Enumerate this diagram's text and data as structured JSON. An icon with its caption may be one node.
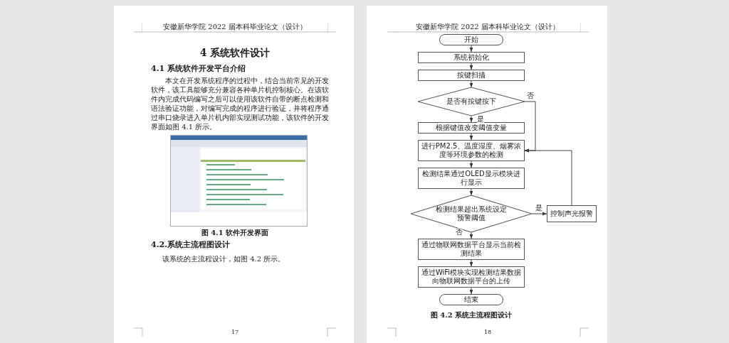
{
  "diagram": {
    "title": "4 系统软件设计",
    "caption": "图 4.2  系统主流程图设计",
    "nodes": [
      {
        "text": [
          "开始"
        ]
      },
      {
        "text": [
          "系统初始化"
        ]
      },
      {
        "text": [
          "按键扫描"
        ]
      },
      {
        "text": [
          "是否有按键按下"
        ]
      },
      {
        "text": [
          "根据键值改变阈值变量"
        ]
      },
      {
        "text": [
          "进行PM2.5、温度湿度、烟雾浓度等环境参数的检测"
        ]
      },
      {
        "text": [
          "检测结果通过OLED显示模块进行显示"
        ]
      },
      {
        "text": [
          "检测结果超出系统设定预警阈值"
        ]
      },
      {
        "text": [
          "控制声光报警"
        ]
      },
      {
        "text": [
          "通过物联网数据平台显示当前检测结果"
        ]
      },
      {
        "text": [
          "通过WiFi模块实现检测结果数据向物联网数据平台的上传"
        ]
      },
      {
        "text": [
          "结束"
        ]
      }
    ],
    "edges": [
      {
        "from": 0,
        "to": 1,
        "arrow": "to"
      },
      {
        "from": 1,
        "to": 2,
        "arrow": "to"
      },
      {
        "from": 2,
        "to": 3,
        "arrow": "to"
      },
      {
        "from": 3,
        "to": 4,
        "arrow": "to",
        "label": "是"
      },
      {
        "from": 3,
        "to": 5,
        "arrow": "to",
        "label": "否"
      },
      {
        "from": 4,
        "to": 5,
        "arrow": "to"
      },
      {
        "from": 5,
        "to": 6,
        "arrow": "to"
      },
      {
        "from": 6,
        "to": 7,
        "arrow": "to"
      },
      {
        "from": 7,
        "to": 8,
        "arrow": "to",
        "label": "是"
      },
      {
        "from": 7,
        "to": 9,
        "arrow": "to",
        "label": "否"
      },
      {
        "from": 8,
        "to": 5,
        "arrow": "to"
      },
      {
        "from": 9,
        "to": 10,
        "arrow": "to"
      },
      {
        "from": 10,
        "to": 11,
        "arrow": "to"
      }
    ],
    "labels": [
      "安徽新华学院 2022 届本科毕业论文（设计）",
      "4.1  系统软件开发平台介绍",
      "本文在开发系统程序的过程中，结合当前常见的开发软件，该工具能够充分兼容各种单片机控制核心。在该软件内完成代码编写之后可以使用该软件自带的断点检测和语法验证功能，对编写完成的程序进行验证，并将程序通过串口烧录进入单片机内部实现测试功能，该软件的开发界面如图 4.1 所示。",
      "图 4.1 软件开发界面",
      "4.2.系统主流程图设计",
      "该系统的主流程设计，如图 4.2 所示。",
      "17",
      "安徽新华学院 2022 届本科毕业论文（设计）",
      "18"
    ]
  }
}
